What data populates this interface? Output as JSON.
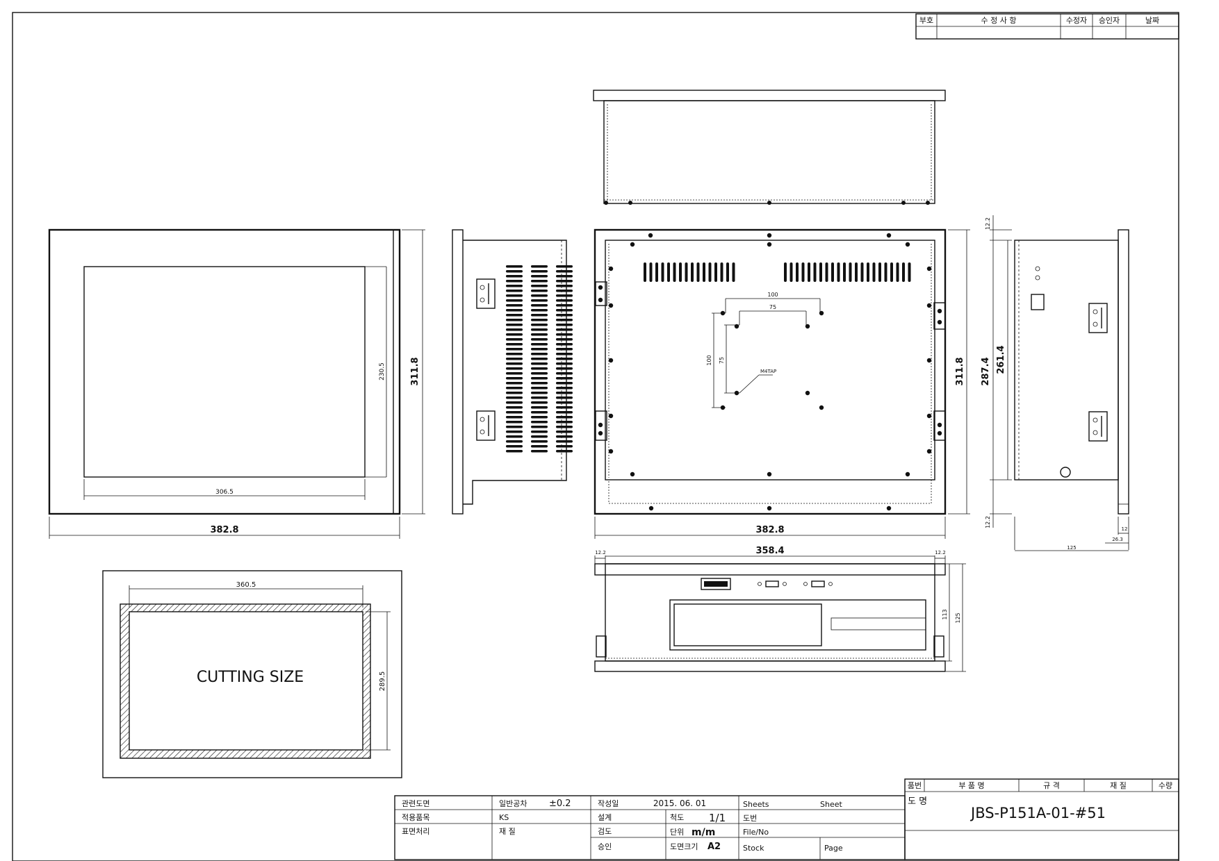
{
  "revision_table": {
    "headers": [
      "부호",
      "수 정 사 항",
      "수정자",
      "승인자",
      "날짜"
    ]
  },
  "front_view": {
    "dim_width": "382.8",
    "dim_height": "311.8",
    "dim_inner_width": "306.5",
    "dim_inner_height": "230.5"
  },
  "cutting_view": {
    "label": "CUTTING SIZE",
    "dim_width": "360.5",
    "dim_height": "289.5"
  },
  "rear_view": {
    "dim_width": "382.8",
    "dim_height": "311.8",
    "dim_bottom_width": "358.4",
    "vesa_outer": "100",
    "vesa_inner": "75",
    "vesa_outer_v": "100",
    "vesa_inner_v": "75",
    "tap_note": "M4TAP"
  },
  "side_view": {
    "dim_height_outer": "287.4",
    "dim_height_inner": "261.4",
    "dim_top": "12.2",
    "dim_bottom": "12.2",
    "dim_depth": "125",
    "dim_flange": "12",
    "dim_small": "26.3"
  },
  "bottom_view": {
    "dim_left": "12.2",
    "dim_right": "12.2",
    "dim_h_inner": "113",
    "dim_h_outer": "125"
  },
  "parts_table": {
    "headers": [
      "품번",
      "부 품 명",
      "규 격",
      "재 질",
      "수량"
    ],
    "drawing_name_label": "도 명",
    "drawing_name": "JBS-P151A-01-#51"
  },
  "title_block": {
    "rows": [
      [
        "관련도면",
        "일반공차",
        "±0.2",
        "작성일",
        "2015. 06. 01",
        "Sheets",
        "Sheet"
      ],
      [
        "적용품목",
        "KS",
        "",
        "설계",
        "척도",
        "1/1",
        "도번"
      ],
      [
        "표면처리",
        "재 질",
        "",
        "검도",
        "단위",
        "m/m",
        "File/No"
      ],
      [
        "",
        "",
        "",
        "승인",
        "도면크기",
        "A2",
        "Stock",
        "Page"
      ]
    ]
  }
}
